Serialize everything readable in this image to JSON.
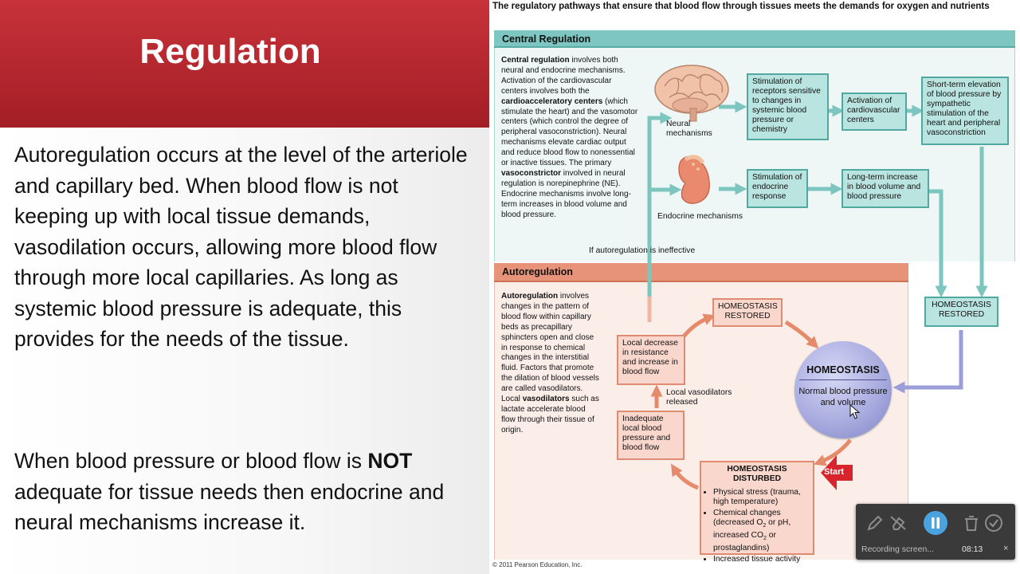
{
  "slide": {
    "title": "Regulation",
    "paragraphs": [
      "Autoregulation occurs at the level of the arteriole and capillary bed.  When blood flow is not keeping up with local tissue demands, vasodilation occurs, allowing more blood flow through more local capillaries.  As long as systemic blood pressure is adequate, this provides for the needs of the tissue.",
      {
        "bold": "NOT",
        "before": "When blood pressure or blood flow is ",
        "after": " adequate for tissue needs then endocrine and neural mechanisms increase it."
      }
    ]
  },
  "figure": {
    "caption": "The regulatory pathways that ensure that blood flow through tissues meets the demands for oxygen and nutrients",
    "central": {
      "band_title": "Central Regulation",
      "description_runs": [
        {
          "b": "Central regulation"
        },
        {
          "t": " involves both neural and endocrine mechanisms. Activation of the cardiovascular centers involves both the "
        },
        {
          "b": "cardioacceleratory centers"
        },
        {
          "t": " (which stimulate the heart) and the vasomotor centers (which control the degree of peripheral vasoconstriction). Neural mechanisms elevate cardiac output and reduce blood flow to nonessential or inactive tissues. The primary "
        },
        {
          "b": "vasoconstrictor"
        },
        {
          "t": " involved in neural regulation is norepinephrine (NE). Endocrine mechanisms involve long-term increases in blood volume and blood pressure."
        }
      ],
      "neural_label": "Neural mechanisms",
      "endocrine_label": "Endocrine mechanisms",
      "box_stim_receptors": "Stimulation of receptors sensitive to changes in systemic blood pressure or chemistry",
      "box_activation": "Activation of cardiovascular centers",
      "box_short_term": "Short-term elevation of blood pressure by sympathetic stimulation of the heart and peripheral vasoconstriction",
      "box_stim_endocrine": "Stimulation of endocrine response",
      "box_long_term": "Long-term increase in blood volume and blood pressure",
      "if_ineffective": "If autoregulation is ineffective",
      "homeostasis_restored": "HOMEOSTASIS RESTORED"
    },
    "auto": {
      "band_title": "Autoregulation",
      "description_runs": [
        {
          "b": "Autoregulation"
        },
        {
          "t": " involves changes in the pattern of blood flow within capillary beds as precapillary sphincters open and close in response to chemical changes in the interstitial fluid. Factors that promote the dilation of blood vessels are called vasodilators. Local "
        },
        {
          "b": "vasodilators"
        },
        {
          "t": " such as lactate accelerate blood flow through their tissue of origin."
        }
      ],
      "homeostasis_restored": "HOMEOSTASIS RESTORED",
      "local_decrease": "Local decrease in resistance and increase in blood flow",
      "vasodilators_released": "Local vasodilators released",
      "inadequate": "Inadequate local blood pressure and blood flow",
      "disturbed_title": "HOMEOSTASIS DISTURBED",
      "disturbed_items": [
        [
          {
            "t": "Physical stress (trauma, high temperature)"
          }
        ],
        [
          {
            "t": "Chemical changes (decreased O"
          },
          {
            "sub": "2"
          },
          {
            "t": " or pH, increased CO"
          },
          {
            "sub": "2"
          },
          {
            "t": " or prostaglandins)"
          }
        ],
        [
          {
            "t": "Increased tissue activity"
          }
        ]
      ],
      "start_label": "Start"
    },
    "homeostasis": {
      "title": "HOMEOSTASIS",
      "subtitle": "Normal blood pressure and volume"
    },
    "copyright": "© 2011 Pearson Education, Inc."
  },
  "recorder": {
    "status": "Recording screen...",
    "time": "08:13",
    "close": "×"
  },
  "colors": {
    "title_banner": "#b5252c",
    "central_band": "#7ec6c1",
    "auto_band": "#e7937a",
    "teal_arrow": "#7cc6bf",
    "salmon_arrow": "#e58a6b",
    "purple_arrow": "#9b9ed8",
    "pause_button": "#4aa3df"
  },
  "icons": [
    "pen-icon",
    "eraser-icon",
    "pause-icon",
    "trash-icon",
    "check-icon",
    "start-arrow-icon",
    "brain-icon",
    "kidney-icon",
    "mouse-cursor-icon"
  ]
}
